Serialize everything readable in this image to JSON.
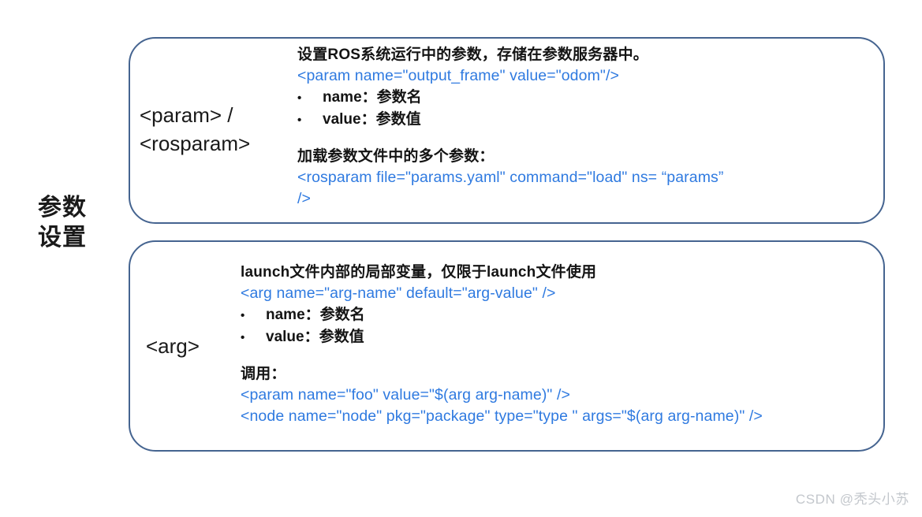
{
  "slide": {
    "group_label_lines": [
      "参数",
      "设置"
    ],
    "watermark": "CSDN @秃头小苏"
  },
  "colors": {
    "box_border": "#456490",
    "code_blue": "#2f7ae0",
    "text_black": "#141414",
    "watermark_gray": "#c3c7cc",
    "background": "#ffffff"
  },
  "boxes": [
    {
      "id": "param",
      "tag_lines": [
        "<param> /",
        "<rosparam>"
      ],
      "lines": [
        {
          "kind": "cn",
          "text": "设置ROS系统运行中的参数，存储在参数服务器中。"
        },
        {
          "kind": "code",
          "text": "<param name=\"output_frame\" value=\"odom\"/>"
        },
        {
          "kind": "bullet",
          "dot": "•",
          "text": "name：参数名"
        },
        {
          "kind": "bullet",
          "dot": "•",
          "text": "value：参数值"
        },
        {
          "kind": "spacer",
          "text": ""
        },
        {
          "kind": "cn",
          "text": "加载参数文件中的多个参数："
        },
        {
          "kind": "code",
          "text": "<rosparam file=\"params.yaml\" command=\"load\" ns= “params”"
        },
        {
          "kind": "code",
          "text": "/>"
        }
      ]
    },
    {
      "id": "arg",
      "tag_lines": [
        "<arg>"
      ],
      "lines": [
        {
          "kind": "cn",
          "text": "launch文件内部的局部变量，仅限于launch文件使用"
        },
        {
          "kind": "code",
          "text": "<arg name=\"arg-name\"  default=\"arg-value\" />"
        },
        {
          "kind": "bullet",
          "dot": "•",
          "text": "name：参数名"
        },
        {
          "kind": "bullet",
          "dot": "•",
          "text": "value：参数值"
        },
        {
          "kind": "spacer",
          "text": ""
        },
        {
          "kind": "cn",
          "text": "调用："
        },
        {
          "kind": "code",
          "text": "<param name=\"foo\" value=\"$(arg arg-name)\" />"
        },
        {
          "kind": "code",
          "overflow": true,
          "text": "<node name=\"node\" pkg=\"package\" type=\"type \" args=\"$(arg arg-name)\" />"
        }
      ]
    }
  ]
}
